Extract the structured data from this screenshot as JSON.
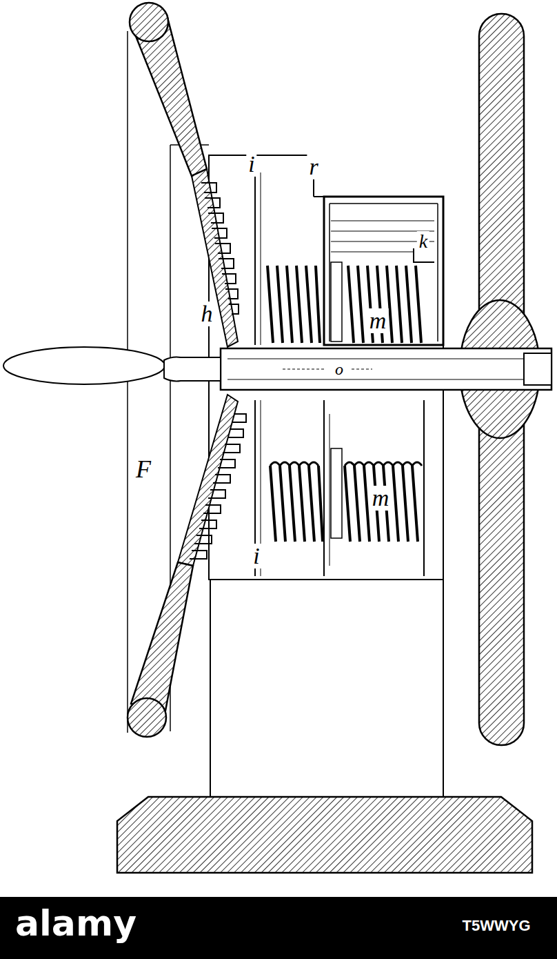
{
  "diagram": {
    "labels": [
      "i",
      "r",
      "k",
      "h",
      "m",
      "o",
      "m",
      "i",
      "F",
      "alamy",
      "T5WWYG"
    ]
  }
}
